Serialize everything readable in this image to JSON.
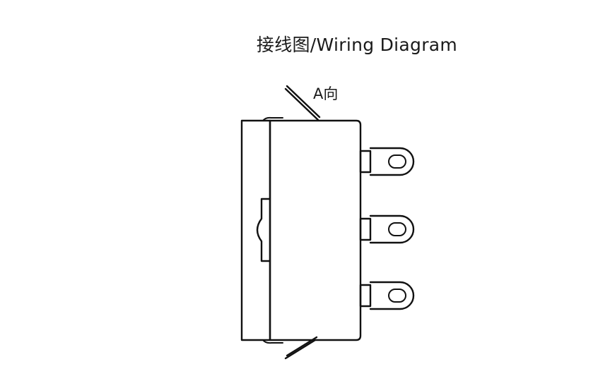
{
  "diagram": {
    "title": "接线图/Wiring Diagram",
    "direction_label": "A向",
    "terminals": [
      {
        "id": "terminal-top"
      },
      {
        "id": "terminal-middle"
      },
      {
        "id": "terminal-bottom"
      }
    ],
    "line_color": "#111111",
    "background_color": "#ffffff"
  }
}
